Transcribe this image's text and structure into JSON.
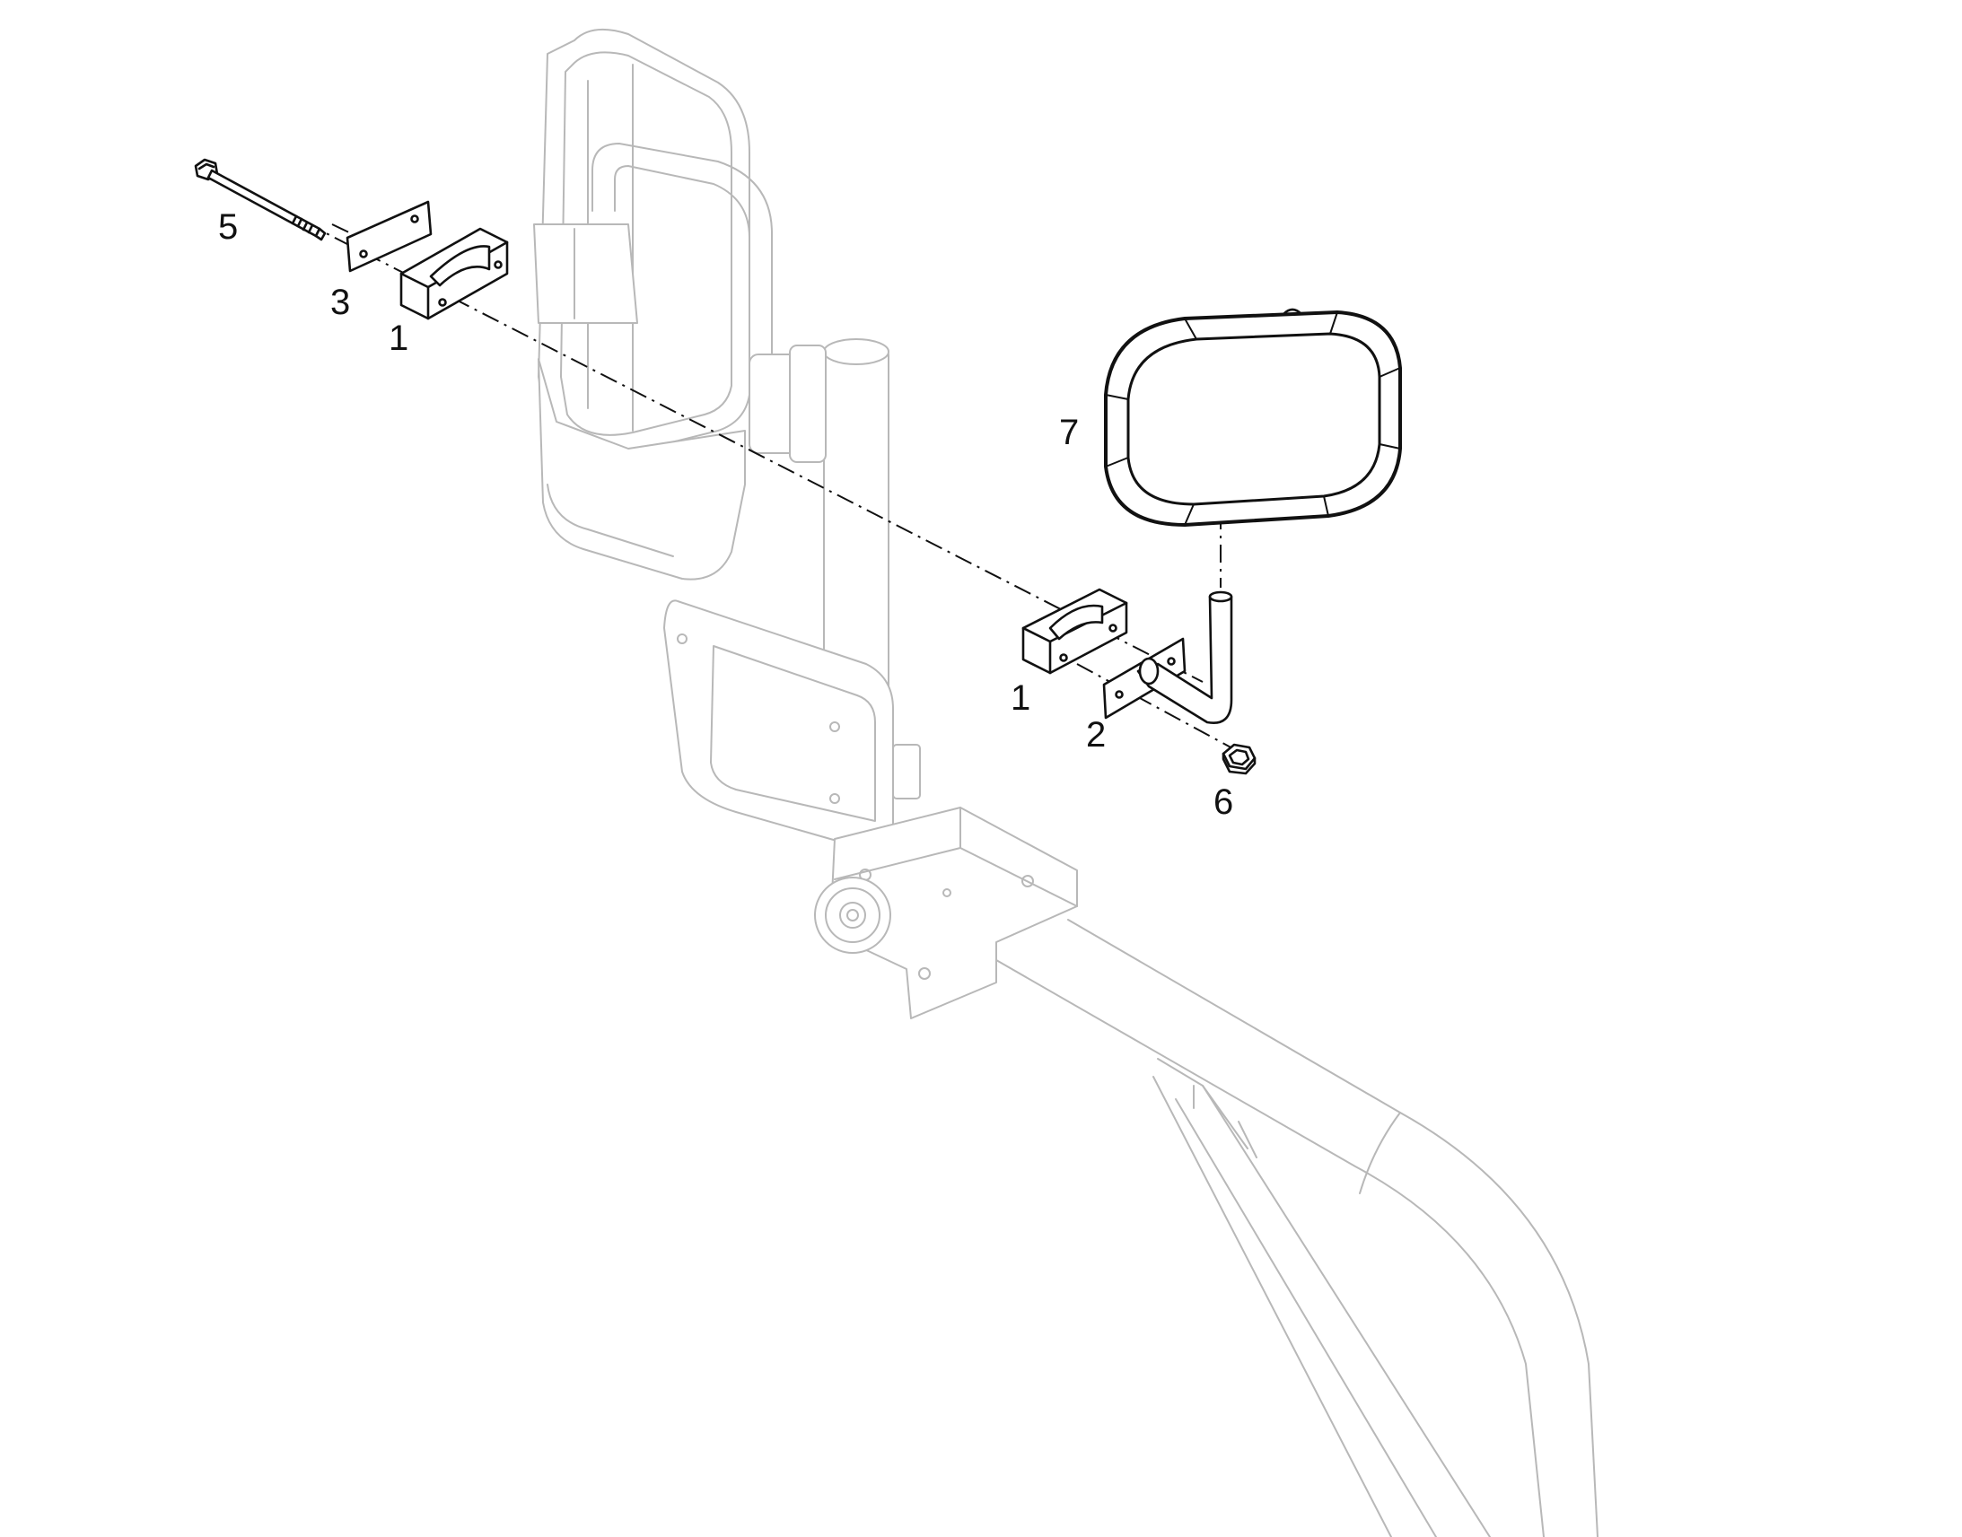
{
  "diagram": {
    "callouts": [
      {
        "id": "callout-1-left",
        "label": "1"
      },
      {
        "id": "callout-1-right",
        "label": "1"
      },
      {
        "id": "callout-2",
        "label": "2"
      },
      {
        "id": "callout-3",
        "label": "3"
      },
      {
        "id": "callout-5",
        "label": "5"
      },
      {
        "id": "callout-6",
        "label": "6"
      },
      {
        "id": "callout-7",
        "label": "7"
      }
    ]
  }
}
